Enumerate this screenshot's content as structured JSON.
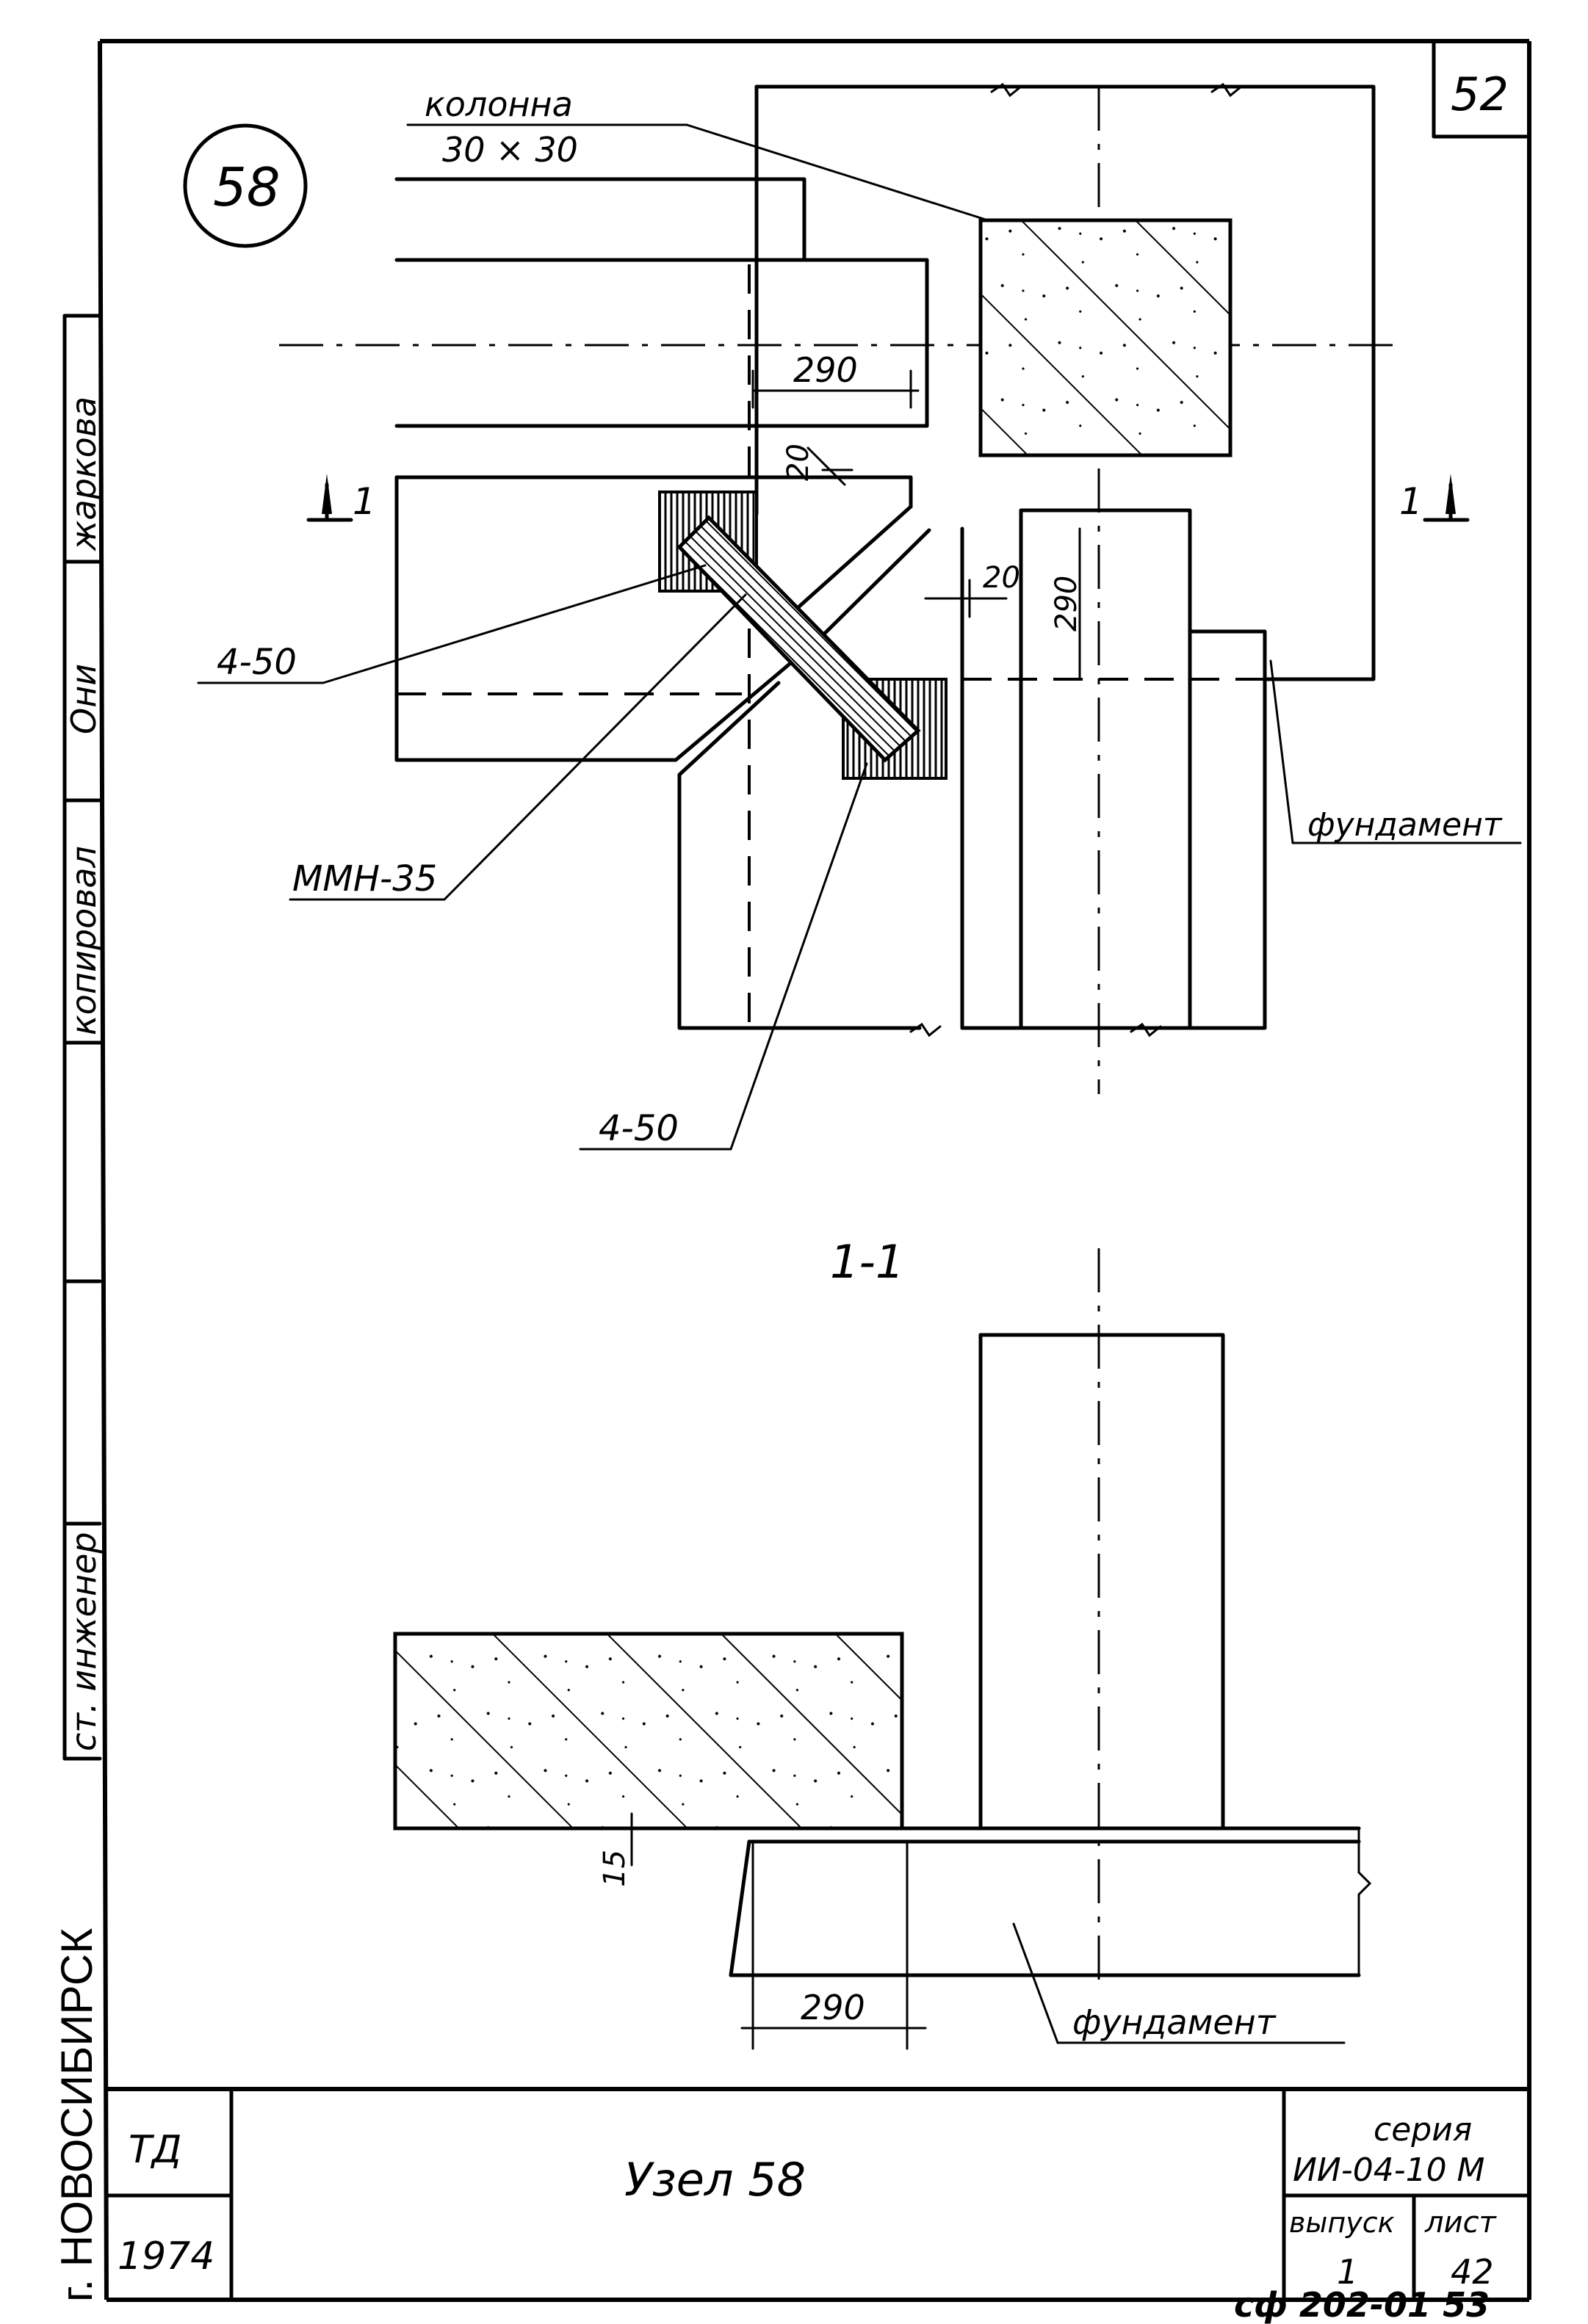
{
  "node_number": "58",
  "sheet_number": "52",
  "column_label": "колонна",
  "column_size": "30 × 30",
  "dim_290_a": "290",
  "dim_290_b": "290",
  "dim_290_c": "290",
  "dim_20_a": "20",
  "dim_20_b": "20",
  "dim_15": "15",
  "anchor_a": "4-50",
  "anchor_b": "4-50",
  "plate": "ММН-35",
  "foundation_a": "фундамент",
  "foundation_b": "фундамент",
  "section_mark_left": "1",
  "section_mark_right": "1",
  "section_title": "1-1",
  "side_strip": {
    "cell_1": "жаркова",
    "cell_2": "Они",
    "cell_3": "копировал",
    "cell_4": "ст. инженер",
    "city": "г. НОВОСИБИРСК"
  },
  "title_block": {
    "org": "ТД",
    "year": "1974",
    "title": "Узел 58",
    "series_label": "серия",
    "series_value": "ИИ-04-10 М",
    "issue_label": "выпуск",
    "issue_value": "1",
    "sheet_label": "лист",
    "sheet_value": "42"
  },
  "doc_code": "сф 202-01 53"
}
